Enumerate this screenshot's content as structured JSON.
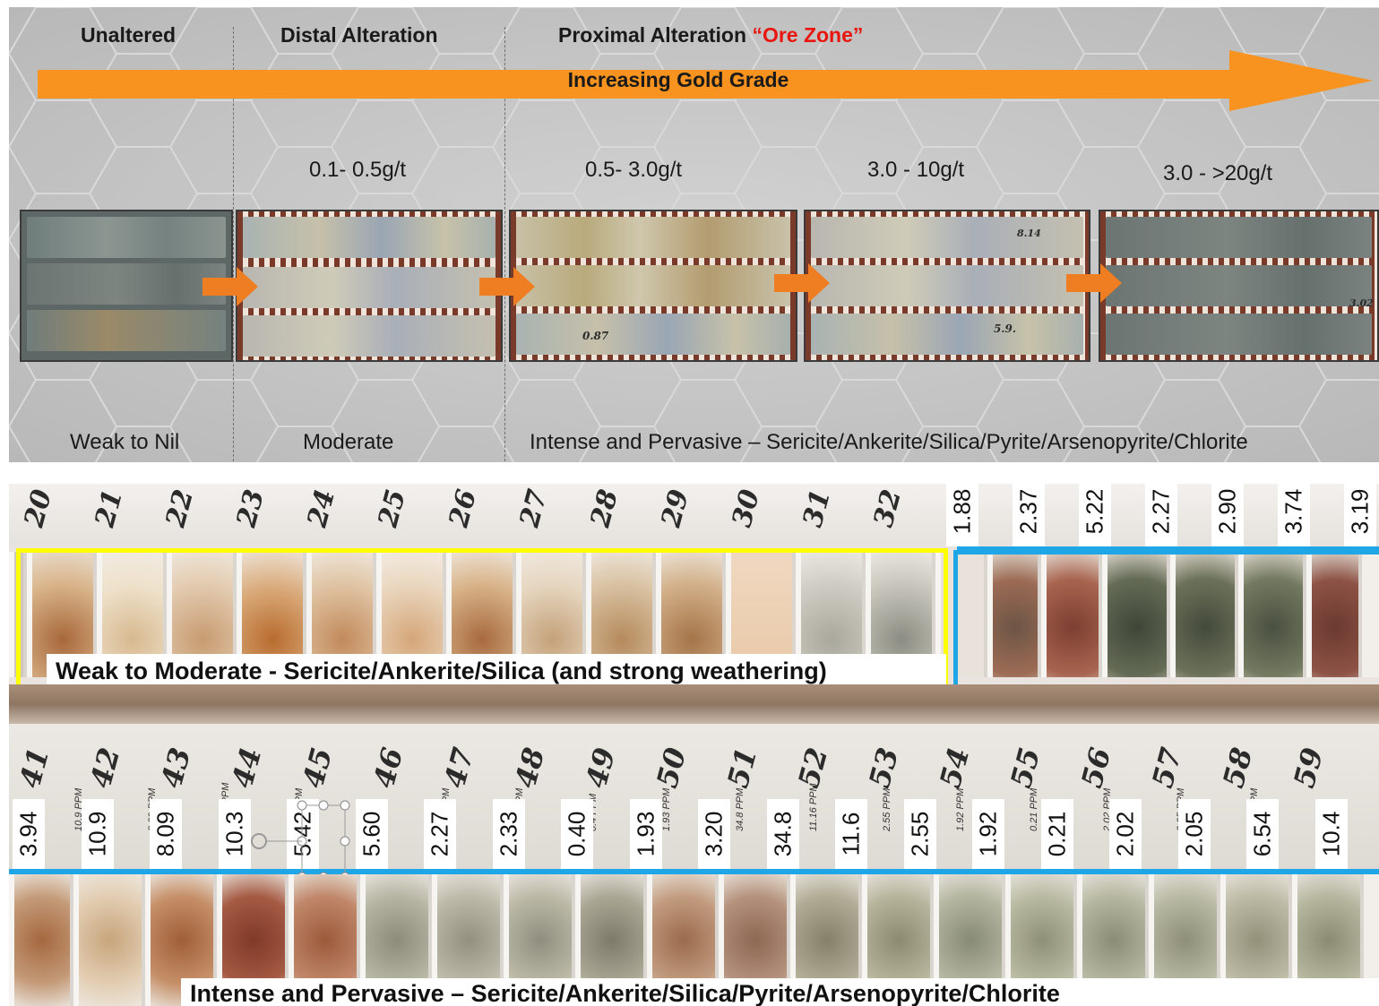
{
  "header": {
    "col1": "Unaltered",
    "col2": "Distal Alteration",
    "col3_prefix": "Proximal Alteration ",
    "col3_ore": "“Ore Zone”"
  },
  "arrow_label": "Increasing Gold Grade",
  "grades": [
    "0.1- 0.5g/t",
    "0.5- 3.0g/t",
    "3.0 - 10g/t",
    "3.0 - >20g/t"
  ],
  "intensity": {
    "unaltered": "Weak to Nil",
    "distal": "Moderate",
    "proximal": "Intense and Pervasive – Sericite/Ankerite/Silica/Pyrite/Arsenopyrite/Chlorite"
  },
  "core_annotations": [
    "0.87",
    "5.9.",
    "8.14",
    "3.02"
  ],
  "upper_tray": {
    "interval_labels": [
      "20",
      "21",
      "22",
      "23",
      "24",
      "25",
      "26",
      "27",
      "28",
      "29",
      "30",
      "31",
      "32"
    ],
    "assays": [
      "1.88",
      "2.37",
      "5.22",
      "2.27",
      "2.90",
      "3.74",
      "3.19"
    ],
    "label": "Weak to Moderate - Sericite/Ankerite/Silica (and strong weathering)"
  },
  "lower_tray": {
    "interval_labels": [
      "41",
      "42",
      "43",
      "44",
      "45",
      "46",
      "47",
      "48",
      "49",
      "50",
      "51",
      "52",
      "53",
      "54",
      "55",
      "56",
      "57",
      "58",
      "59"
    ],
    "ppm_notes": [
      "10.9 PPM",
      "8.09 PPM",
      "10.35 PPM",
      "5.42 PPM",
      "6 PPM",
      "2.27 PPM",
      "2.33 PPM",
      "0.4 PPM",
      "1.93 PPM",
      "34.8 PPM",
      "11.16 PPM",
      "2.55 PPM",
      "1.92 PPM",
      "0.21 PPM",
      "2.02 PPM",
      "2.05 PPM",
      "6.54 PPM"
    ],
    "assays": [
      "3.94",
      "10.9",
      "8.09",
      "10.3",
      "5.42",
      "5.60",
      "2.27",
      "2.33",
      "0.40",
      "1.93",
      "3.20",
      "34.8",
      "11.6",
      "2.55",
      "1.92",
      "0.21",
      "2.02",
      "2.05",
      "6.54",
      "10.4"
    ],
    "label": "Intense and Pervasive – Sericite/Ankerite/Silica/Pyrite/Arsenopyrite/Chlorite"
  },
  "colors": {
    "arrow": "#f7931e",
    "flow_arrow": "#ef7d22",
    "ore_zone": "#e8160f",
    "weak_box": "#ffff00",
    "strong_box": "#1ea6e6"
  }
}
